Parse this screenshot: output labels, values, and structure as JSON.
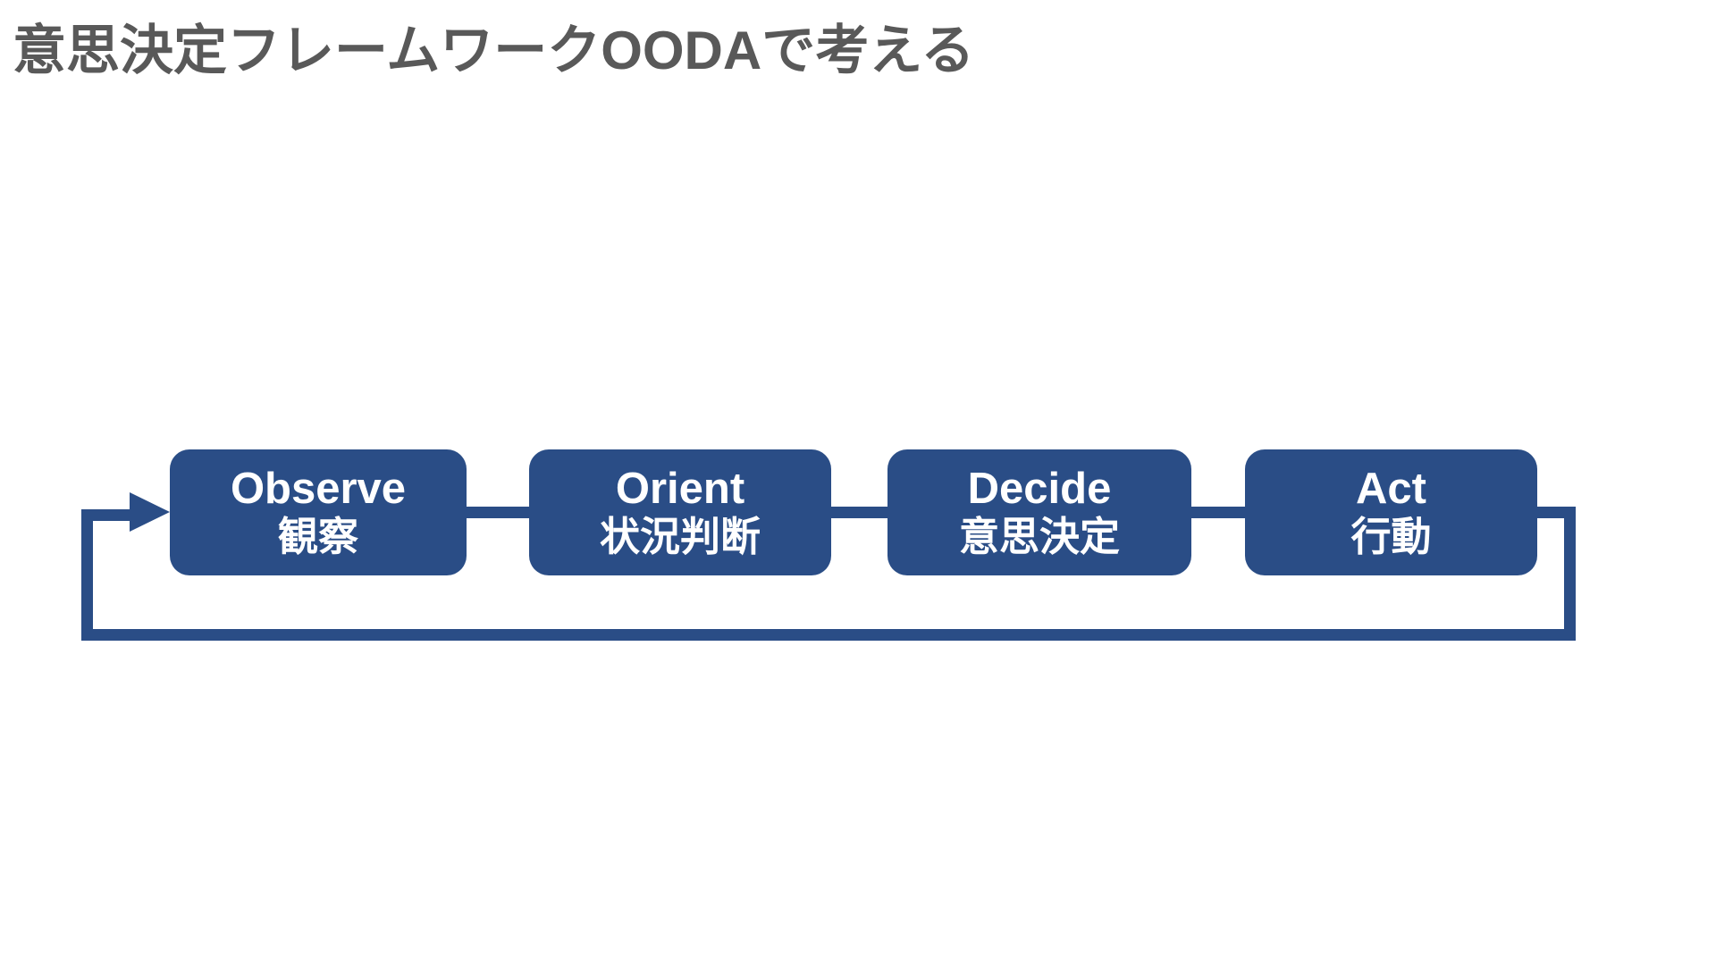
{
  "title": "意思決定フレームワークOODAで考える",
  "colors": {
    "accent": "#2A4D86",
    "title_text": "#595959",
    "box_text": "#FFFFFF",
    "background": "#FFFFFF"
  },
  "diagram": {
    "type": "horizontal-flow-with-feedback-loop",
    "nodes": [
      {
        "id": "observe",
        "en": "Observe",
        "ja": "観察"
      },
      {
        "id": "orient",
        "en": "Orient",
        "ja": "状況判断"
      },
      {
        "id": "decide",
        "en": "Decide",
        "ja": "意思決定"
      },
      {
        "id": "act",
        "en": "Act",
        "ja": "行動"
      }
    ],
    "feedback_loop": {
      "from": "Act",
      "to": "Observe"
    }
  }
}
